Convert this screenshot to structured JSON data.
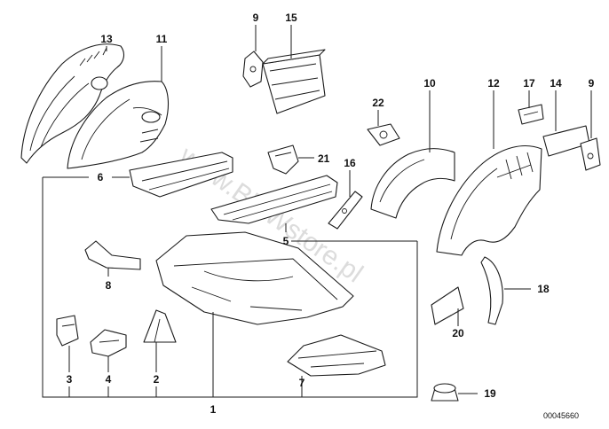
{
  "watermark": "www.BMWstore.pl",
  "drawing_number": "00045660",
  "colors": {
    "line": "#1a1a1a",
    "watermark": "#dcdcdc",
    "background": "#ffffff"
  },
  "callouts": {
    "c1": "1",
    "c2": "2",
    "c3": "3",
    "c4": "4",
    "c5": "5",
    "c6": "6",
    "c7": "7",
    "c8": "8",
    "c9a": "9",
    "c9b": "9",
    "c10": "10",
    "c11": "11",
    "c12": "12",
    "c13": "13",
    "c14": "14",
    "c15": "15",
    "c16": "16",
    "c17": "17",
    "c18": "18",
    "c19": "19",
    "c20": "20",
    "c21": "21",
    "c22": "22"
  }
}
